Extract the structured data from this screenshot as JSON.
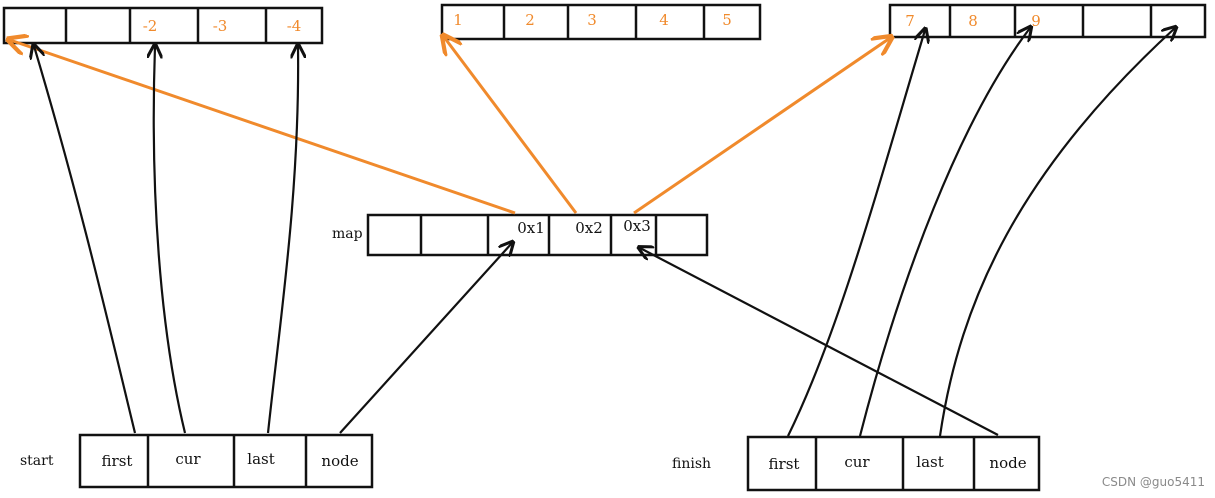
{
  "colors": {
    "ink": "#111111",
    "accent": "#f08a2c",
    "watermark": "#8a8a8a"
  },
  "buffer_left": {
    "cells": [
      "",
      "",
      "-2",
      "-3",
      "-4"
    ]
  },
  "buffer_mid": {
    "cells": [
      "1",
      "2",
      "3",
      "4",
      "5"
    ]
  },
  "buffer_right": {
    "cells": [
      "7",
      "8",
      "9",
      "",
      ""
    ]
  },
  "map": {
    "label": "map",
    "cells": [
      "",
      "",
      "0x1",
      "0x2",
      "0x3",
      ""
    ]
  },
  "start": {
    "label": "start",
    "cells": [
      "first",
      "cur",
      "last",
      "node"
    ]
  },
  "finish": {
    "label": "finish",
    "cells": [
      "first",
      "cur",
      "last",
      "node"
    ]
  },
  "watermark": "CSDN @guo5411"
}
